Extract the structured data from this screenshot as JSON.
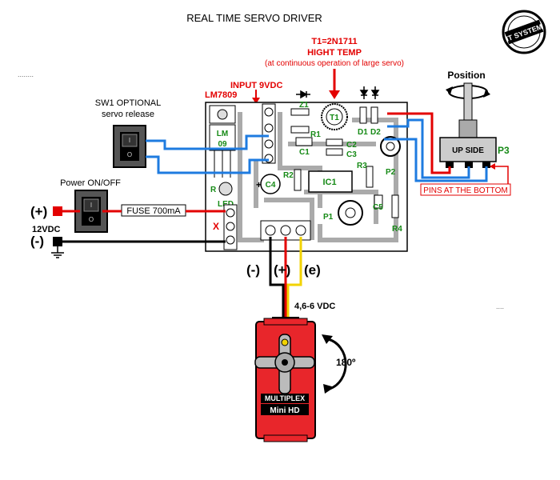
{
  "title": "REAL TIME SERVO DRIVER",
  "stamp_text": "IT SYSTEM",
  "transistor_note": {
    "line1": "T1=2N1711",
    "line2": "HIGHT TEMP",
    "line3": "(at continuous operation of large servo)"
  },
  "input_label": "INPUT 9VDC",
  "regulator_label": "LM7809",
  "regulator_body": [
    "LM",
    "09"
  ],
  "position_label": "Position",
  "switch_label": {
    "line1": "SW1 OPTIONAL",
    "line2": "servo release"
  },
  "power_label": "Power ON/OFF",
  "fuse_label": "FUSE 700mA",
  "supply": {
    "plus": "(+)",
    "voltage": "12VDC",
    "minus": "(-)"
  },
  "x_mark": "X",
  "components": {
    "z1": "Z1",
    "r1": "R1",
    "c1": "C1",
    "c2": "C2",
    "c3": "C3",
    "t1": "T1",
    "d1": "D1",
    "d2": "D2",
    "c4": "C4",
    "r2": "R2",
    "ic1": "IC1",
    "r3": "R3",
    "p2": "P2",
    "p1": "P1",
    "c5": "C5",
    "r4": "R4",
    "r": "R",
    "led": "LED"
  },
  "pot_label": "UP SIDE",
  "p3_label": "P3",
  "pins_note": "PINS AT THE BOTTOM",
  "servo_terminals": {
    "minus": "(-)",
    "plus": "(+)",
    "signal": "(e)"
  },
  "servo_voltage": "4,6-6 VDC",
  "servo_brand": "MULTIPLEX",
  "servo_model": "Mini HD",
  "rotation": "180º",
  "dots_left": "........",
  "dots_right": "....",
  "colors": {
    "wire_red": "#e30000",
    "wire_blue": "#1e7be0",
    "wire_yellow": "#f2d300",
    "label_red": "#e30000",
    "label_green": "#168a16",
    "servo_body": "#e8262b"
  }
}
